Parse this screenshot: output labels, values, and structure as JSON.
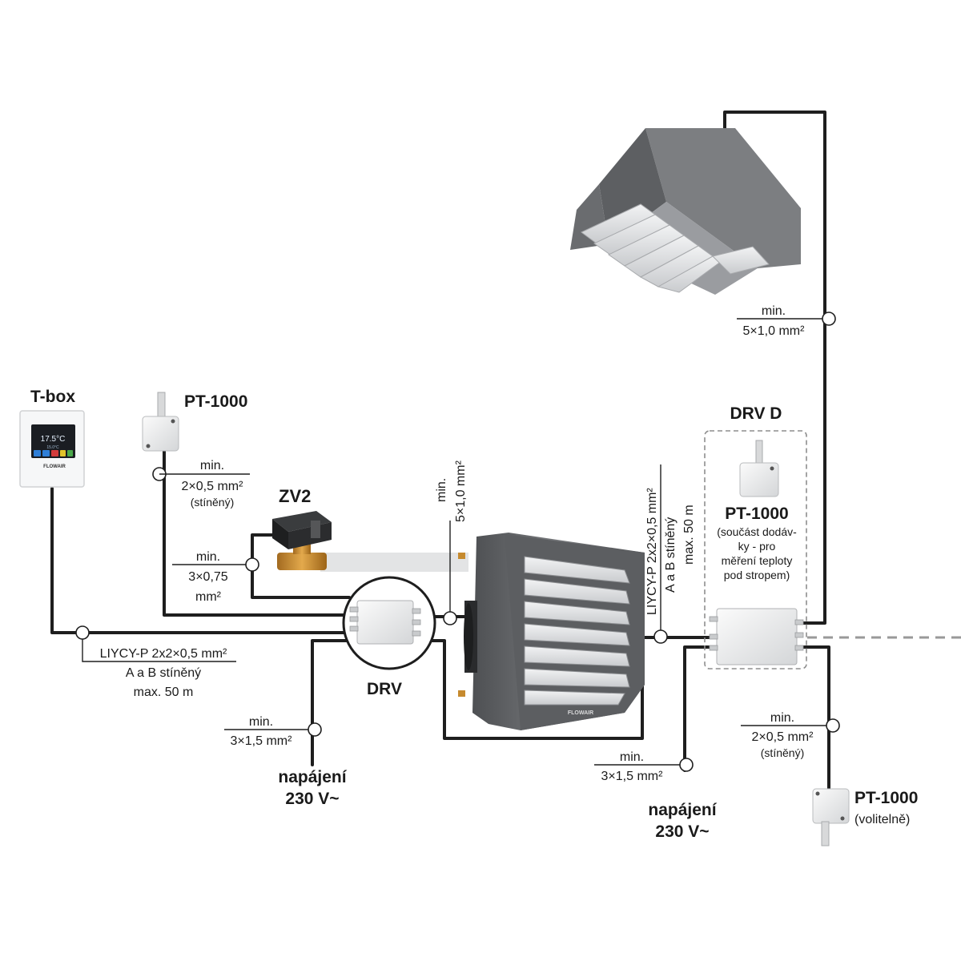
{
  "components": {
    "tbox": {
      "label": "T-box",
      "display_temp": "17.5°C",
      "display_sub": "15.0°C",
      "brand": "FLOWAIR"
    },
    "drv": {
      "label": "DRV"
    },
    "drv_d": {
      "label": "DRV D"
    },
    "zv2": {
      "label": "ZV2"
    },
    "sensor_tbox": {
      "label": "PT-1000"
    },
    "sensor_drvd": {
      "label": "PT-1000",
      "note_lines": [
        "(součást dodáv-",
        "ky - pro",
        "měření teploty",
        "pod stropem)"
      ]
    },
    "sensor_optional": {
      "label": "PT-1000",
      "note": "(volitelně)"
    },
    "heater": {
      "brand": "FLOWAIR"
    }
  },
  "cables": {
    "tbox_drv": {
      "lines": [
        "LIYCY-P 2x2×0,5 mm²",
        "A a B stíněný",
        "max. 50 m"
      ]
    },
    "sensor_drv": {
      "lines": [
        "min.",
        "2×0,5 mm²",
        "(stíněný)"
      ]
    },
    "valve_drv": {
      "lines": [
        "min.",
        "3×0,75",
        "mm²"
      ]
    },
    "drv_power": {
      "lines": [
        "min.",
        "3×1,5 mm²"
      ]
    },
    "drv_heater": {
      "lines": [
        "min.",
        "5×1,0 mm²"
      ]
    },
    "drv_drvd": {
      "lines": [
        "LIYCY-P 2x2×0,5 mm²",
        "A a B stíněný",
        "max. 50 m"
      ]
    },
    "drvd_ceiling": {
      "lines": [
        "min.",
        "5×1,0 mm²"
      ]
    },
    "drvd_power": {
      "lines": [
        "min.",
        "3×1,5 mm²"
      ]
    },
    "drvd_sensor": {
      "lines": [
        "min.",
        "2×0,5 mm²",
        "(stíněný)"
      ]
    }
  },
  "power": {
    "left": {
      "lines": [
        "napájení",
        "230 V~"
      ]
    },
    "right": {
      "lines": [
        "napájení",
        "230 V~"
      ]
    }
  },
  "colors": {
    "wire": "#1e1e1e",
    "unit_gray": "#6b6d70",
    "louver": "#e6e7e8",
    "dashed": "#999999"
  }
}
